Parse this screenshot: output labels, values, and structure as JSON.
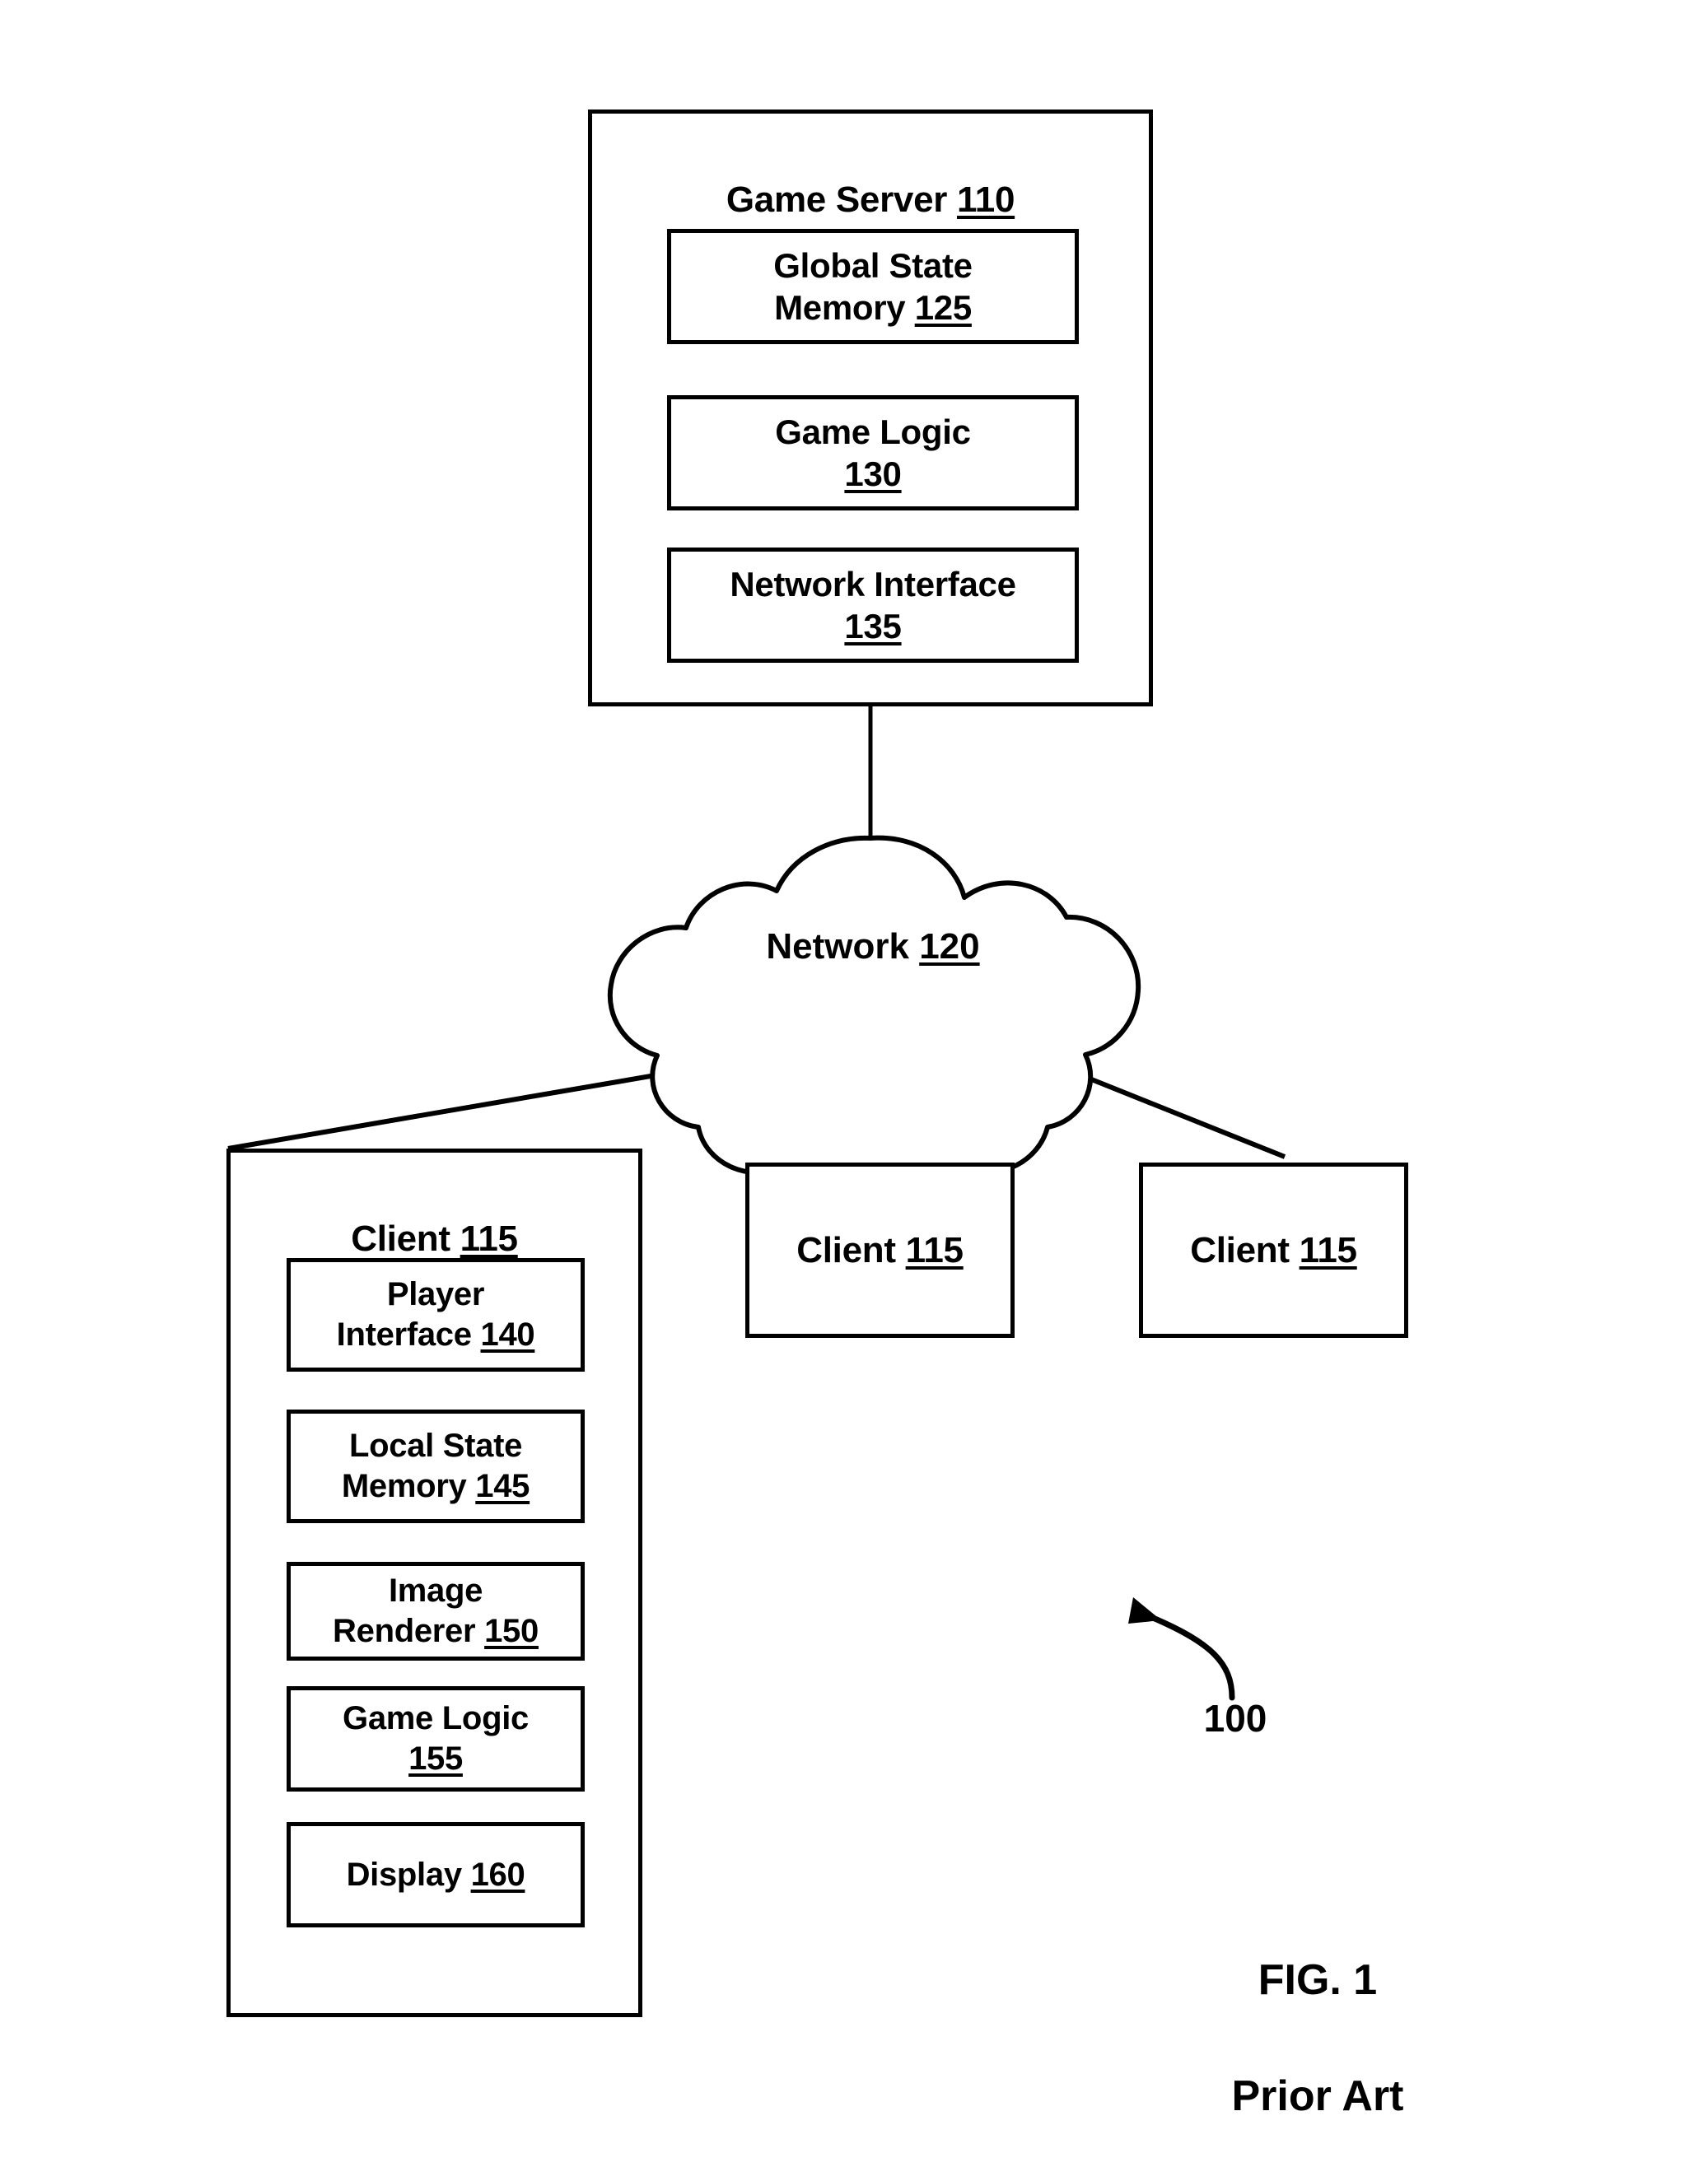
{
  "figure": {
    "caption_line1": "FIG. 1",
    "caption_line2": "Prior Art",
    "system_ref": "100"
  },
  "colors": {
    "stroke": "#000000",
    "background": "#ffffff"
  },
  "server": {
    "title_text": "Game Server ",
    "title_ref": "110",
    "modules": [
      {
        "name": "Global State\nMemory ",
        "ref": "125"
      },
      {
        "name": "Game Logic\n",
        "ref": "130"
      },
      {
        "name": "Network Interface\n",
        "ref": "135"
      }
    ]
  },
  "network": {
    "label_text": "Network ",
    "label_ref": "120"
  },
  "client_detailed": {
    "title_text": "Client ",
    "title_ref": "115",
    "modules": [
      {
        "name": "Player\nInterface ",
        "ref": "140"
      },
      {
        "name": "Local State\nMemory ",
        "ref": "145"
      },
      {
        "name": "Image\nRenderer ",
        "ref": "150"
      },
      {
        "name": "Game Logic\n",
        "ref": "155"
      },
      {
        "name": "Display ",
        "ref": "160"
      }
    ]
  },
  "clients_simple": [
    {
      "title_text": "Client ",
      "title_ref": "115"
    },
    {
      "title_text": "Client ",
      "title_ref": "115"
    }
  ]
}
